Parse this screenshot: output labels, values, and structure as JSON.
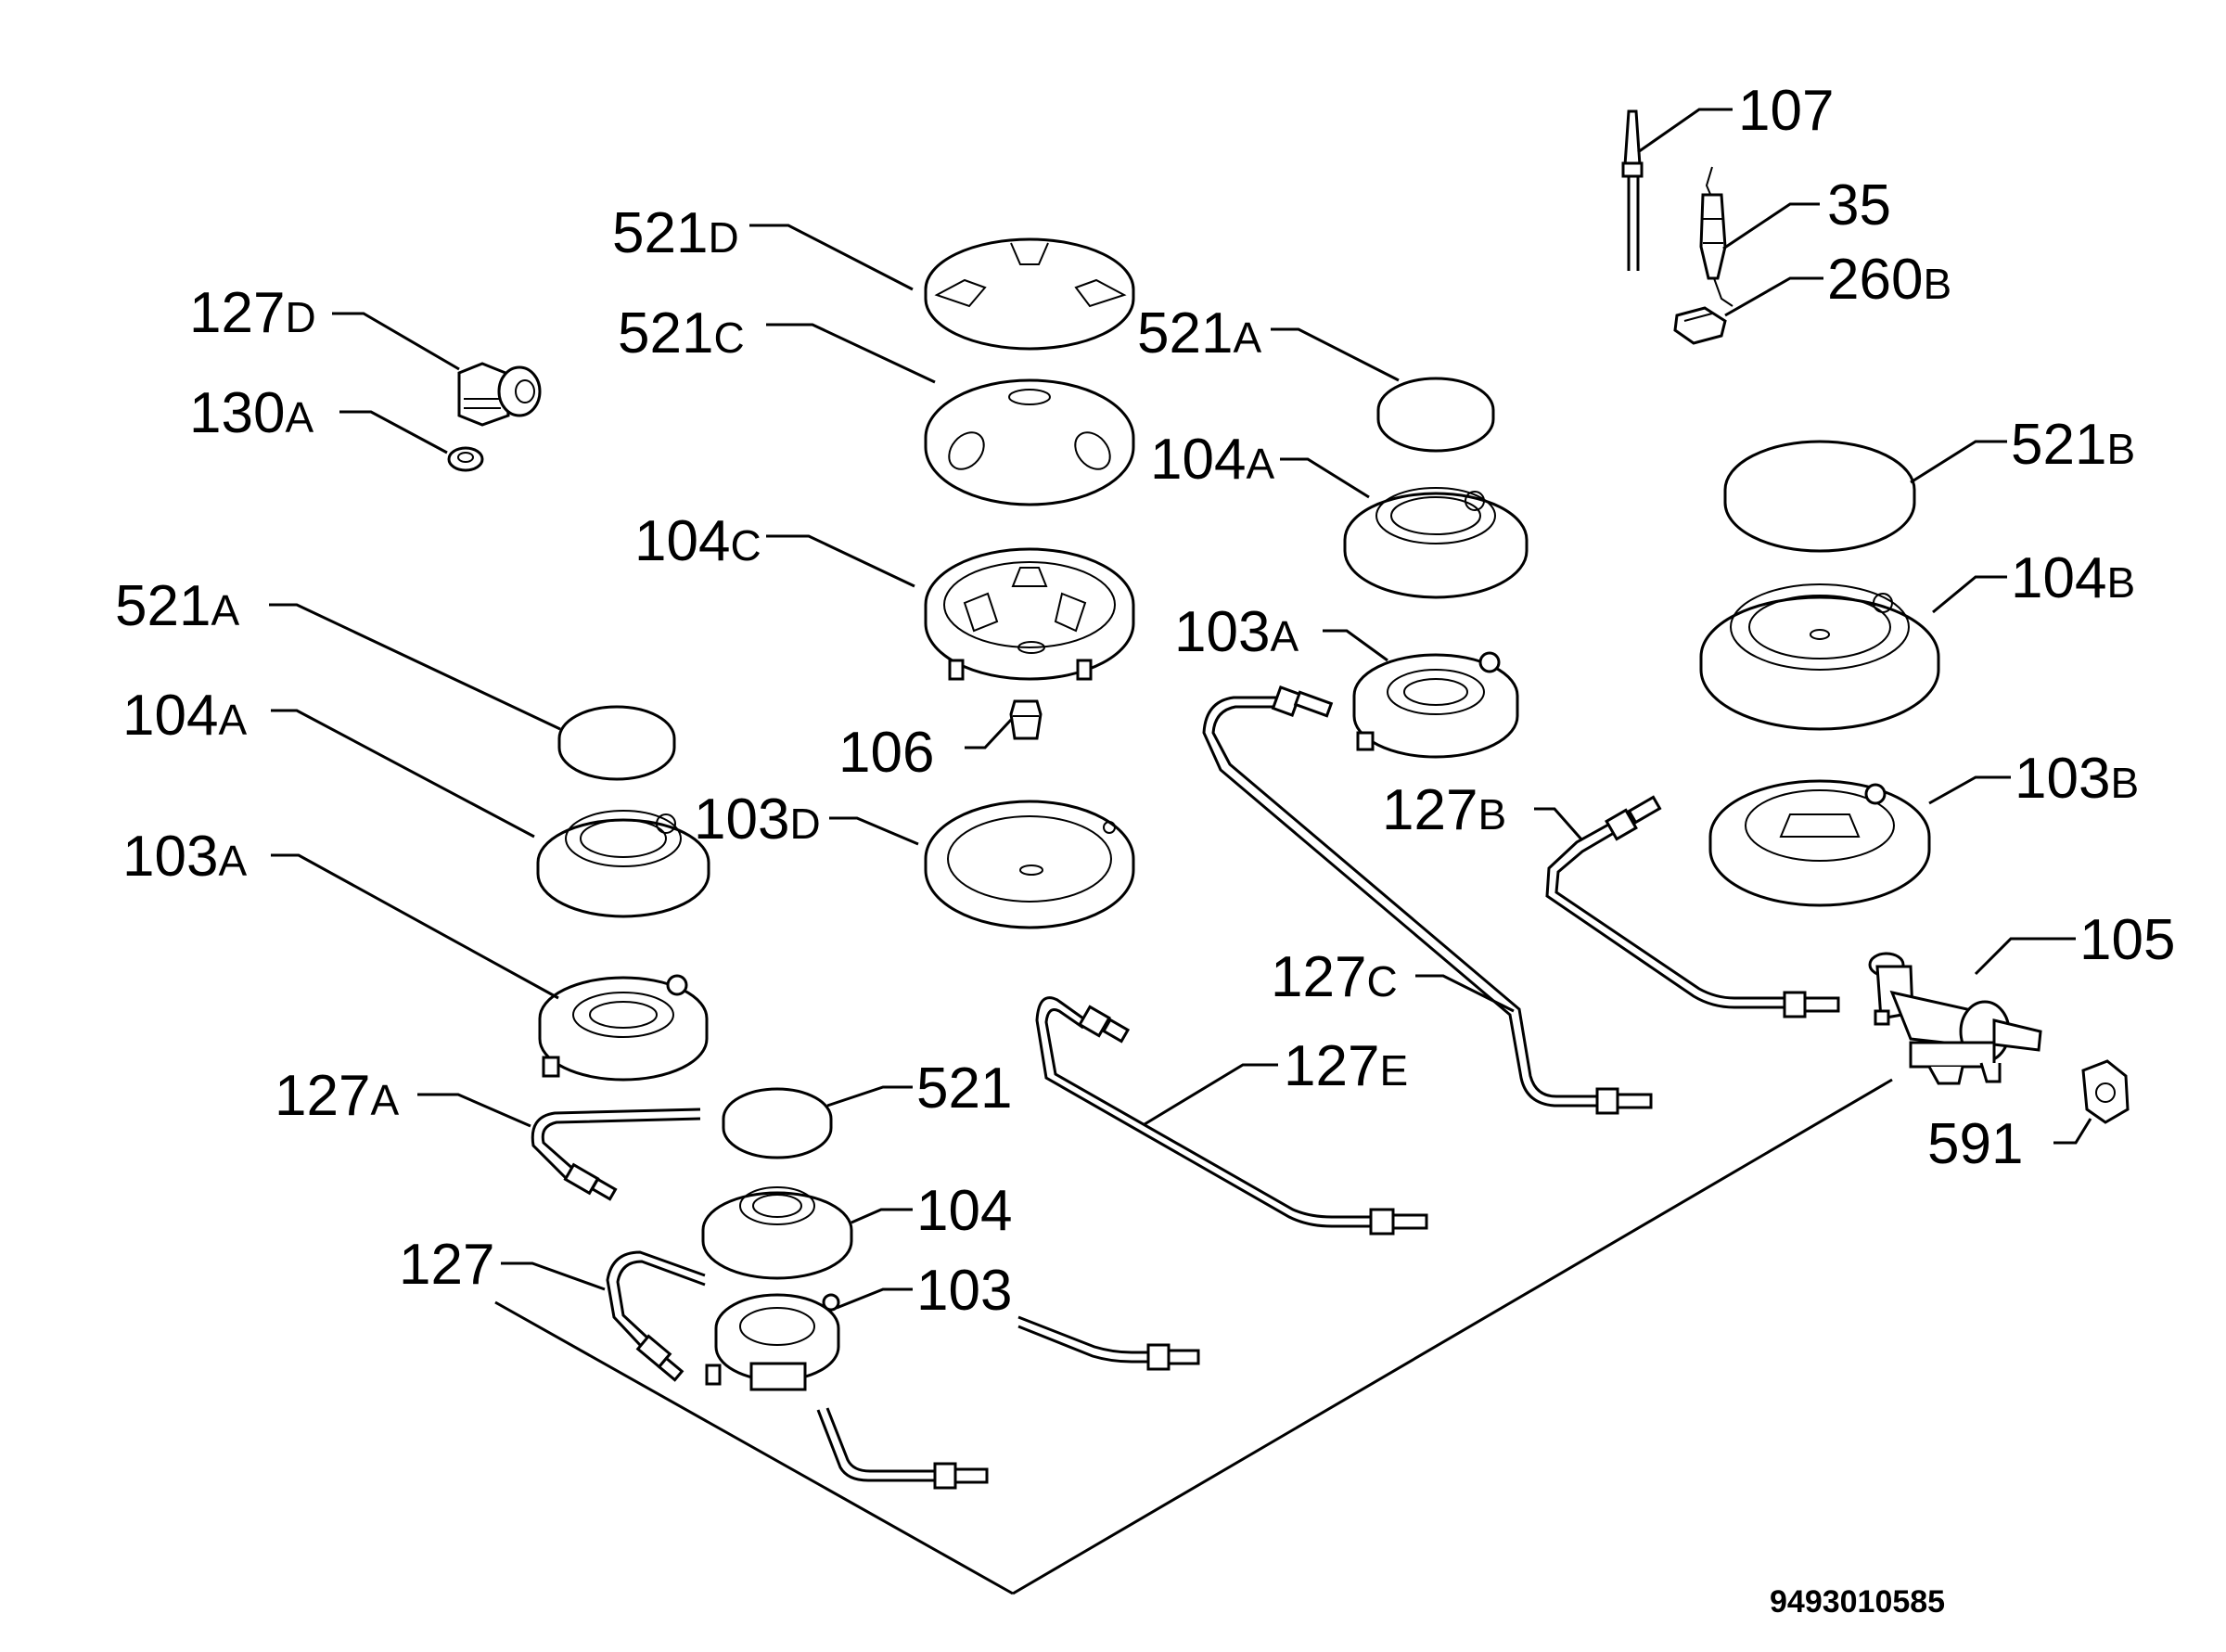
{
  "labels": [
    {
      "id": "521D",
      "number": "521",
      "suffix": "D"
    },
    {
      "id": "521C",
      "number": "521",
      "suffix": "C"
    },
    {
      "id": "127D",
      "number": "127",
      "suffix": "D"
    },
    {
      "id": "130A",
      "number": "130",
      "suffix": "A"
    },
    {
      "id": "104C",
      "number": "104",
      "suffix": "C"
    },
    {
      "id": "521A_l",
      "number": "521",
      "suffix": "A"
    },
    {
      "id": "104A_l",
      "number": "104",
      "suffix": "A"
    },
    {
      "id": "103A_l",
      "number": "103",
      "suffix": "A"
    },
    {
      "id": "106",
      "number": "106",
      "suffix": ""
    },
    {
      "id": "103D",
      "number": "103",
      "suffix": "D"
    },
    {
      "id": "521A_r",
      "number": "521",
      "suffix": "A"
    },
    {
      "id": "104A_r",
      "number": "104",
      "suffix": "A"
    },
    {
      "id": "103A_r",
      "number": "103",
      "suffix": "A"
    },
    {
      "id": "107",
      "number": "107",
      "suffix": ""
    },
    {
      "id": "35",
      "number": "35",
      "suffix": ""
    },
    {
      "id": "260B",
      "number": "260",
      "suffix": "B"
    },
    {
      "id": "521B",
      "number": "521",
      "suffix": "B"
    },
    {
      "id": "104B",
      "number": "104",
      "suffix": "B"
    },
    {
      "id": "103B",
      "number": "103",
      "suffix": "B"
    },
    {
      "id": "127B",
      "number": "127",
      "suffix": "B"
    },
    {
      "id": "127C",
      "number": "127",
      "suffix": "C"
    },
    {
      "id": "127E",
      "number": "127",
      "suffix": "E"
    },
    {
      "id": "105",
      "number": "105",
      "suffix": ""
    },
    {
      "id": "591",
      "number": "591",
      "suffix": ""
    },
    {
      "id": "127A",
      "number": "127",
      "suffix": "A"
    },
    {
      "id": "521",
      "number": "521",
      "suffix": ""
    },
    {
      "id": "104",
      "number": "104",
      "suffix": ""
    },
    {
      "id": "127",
      "number": "127",
      "suffix": ""
    },
    {
      "id": "103",
      "number": "103",
      "suffix": ""
    }
  ],
  "drawing_code": "9493010585",
  "colors": {
    "ink": "#000000",
    "paper": "#ffffff"
  }
}
